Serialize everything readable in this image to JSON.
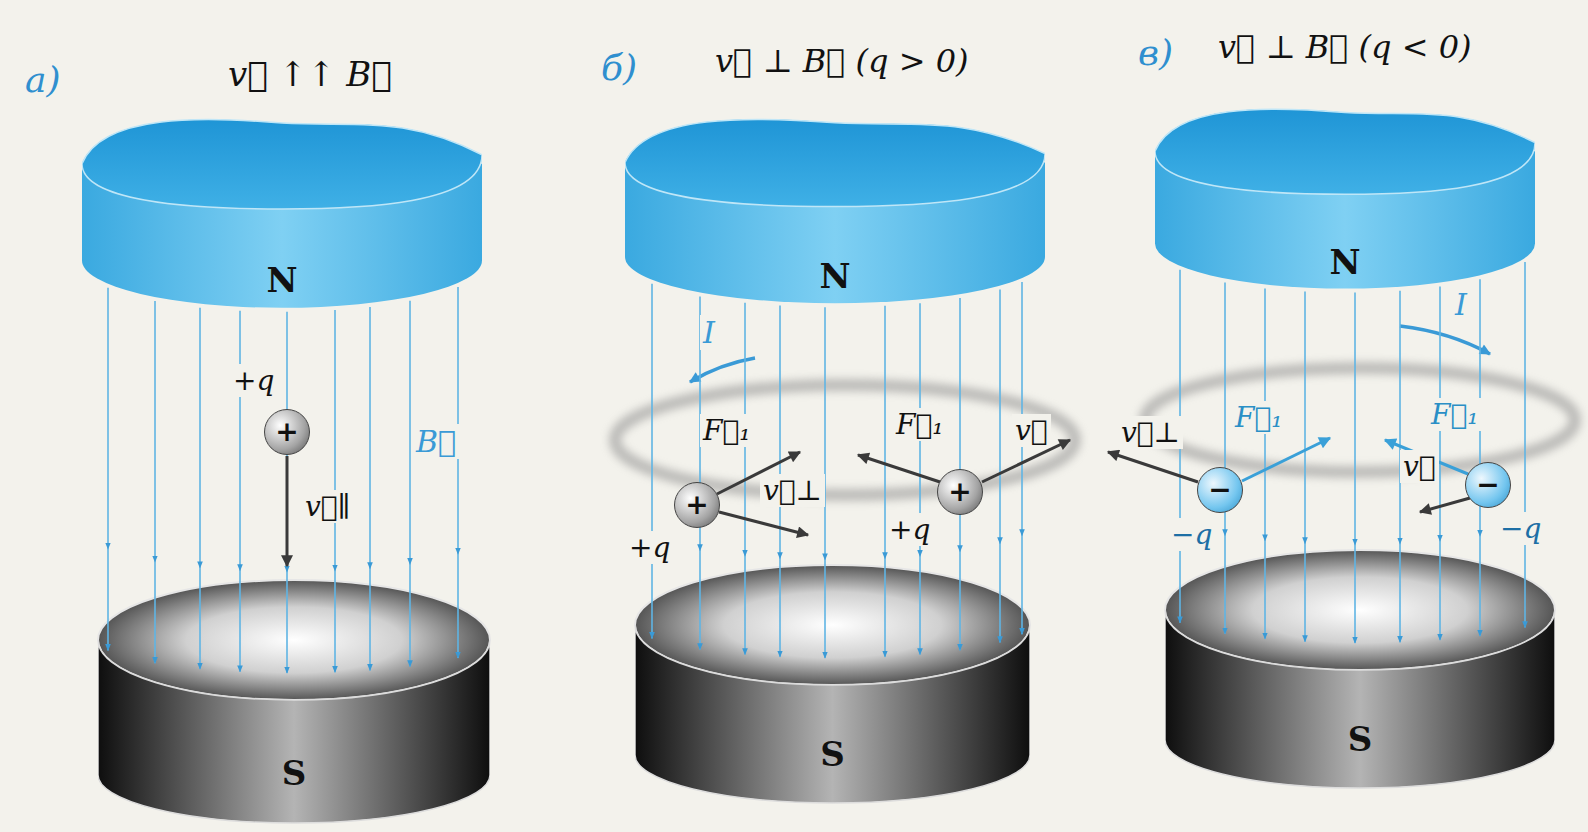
{
  "diagram": {
    "nodes": [
      {
        "text": [
          "N"
        ]
      },
      {
        "text": [
          "S"
        ]
      },
      {
        "text": [
          "+"
        ]
      },
      {
        "text": [
          "N"
        ]
      },
      {
        "text": [
          "S"
        ]
      },
      {
        "text": [
          "+"
        ]
      },
      {
        "text": [
          "+"
        ]
      },
      {
        "text": [
          "N"
        ]
      },
      {
        "text": [
          "S"
        ]
      },
      {
        "text": [
          "−"
        ]
      },
      {
        "text": [
          "−"
        ]
      }
    ],
    "labels": [
      "а)",
      "v⃗ ↑↑ B⃗",
      "б)",
      "v⃗ ⊥ B⃗ (q > 0)",
      "в)",
      "v⃗ ⊥ B⃗ (q < 0)",
      "+q",
      "B⃗",
      "v⃗∥",
      "I",
      "F⃗₁",
      "v⃗⊥",
      "+q",
      "F⃗₁",
      "v⃗",
      "+q",
      "I",
      "F⃗₁",
      "v⃗⊥",
      "−q",
      "F⃗₁",
      "v⃗",
      "−q"
    ]
  }
}
